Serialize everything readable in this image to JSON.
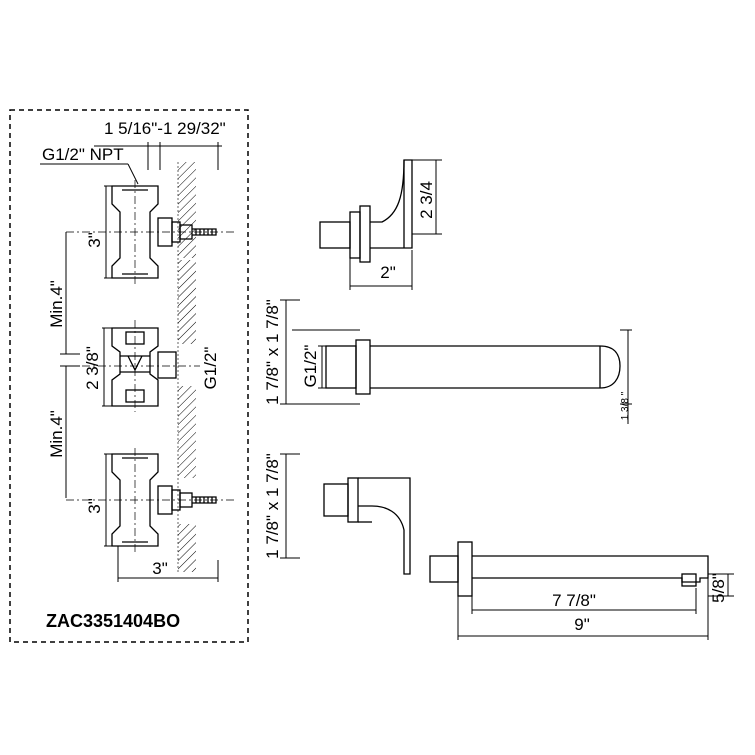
{
  "labels": {
    "top_depth": "1 5/16\"-1 29/32\"",
    "npt": "G1/2\" NPT",
    "upper_valve_height": "3\"",
    "min_upper": "Min.4\"",
    "min_lower": "Min.4\"",
    "middle_height": "2 3/8\"",
    "middle_thread": "G1/2\"",
    "lower_valve_height": "3\"",
    "lower_valve_width": "3\"",
    "model": "ZAC3351404BO",
    "handle_height": "2 3/4",
    "handle_width": "2\"",
    "spout_plate": "1 7/8\" x 1 7/8\"",
    "spout_thread": "G1/2\"",
    "spout_small": "1 3/8 \"",
    "handle_plate": "1 7/8\" x 1 7/8\"",
    "side_height": "5/8\"",
    "side_inner": "7 7/8\"",
    "side_total": "9\""
  },
  "colors": {
    "line": "#000000",
    "background": "#ffffff"
  }
}
